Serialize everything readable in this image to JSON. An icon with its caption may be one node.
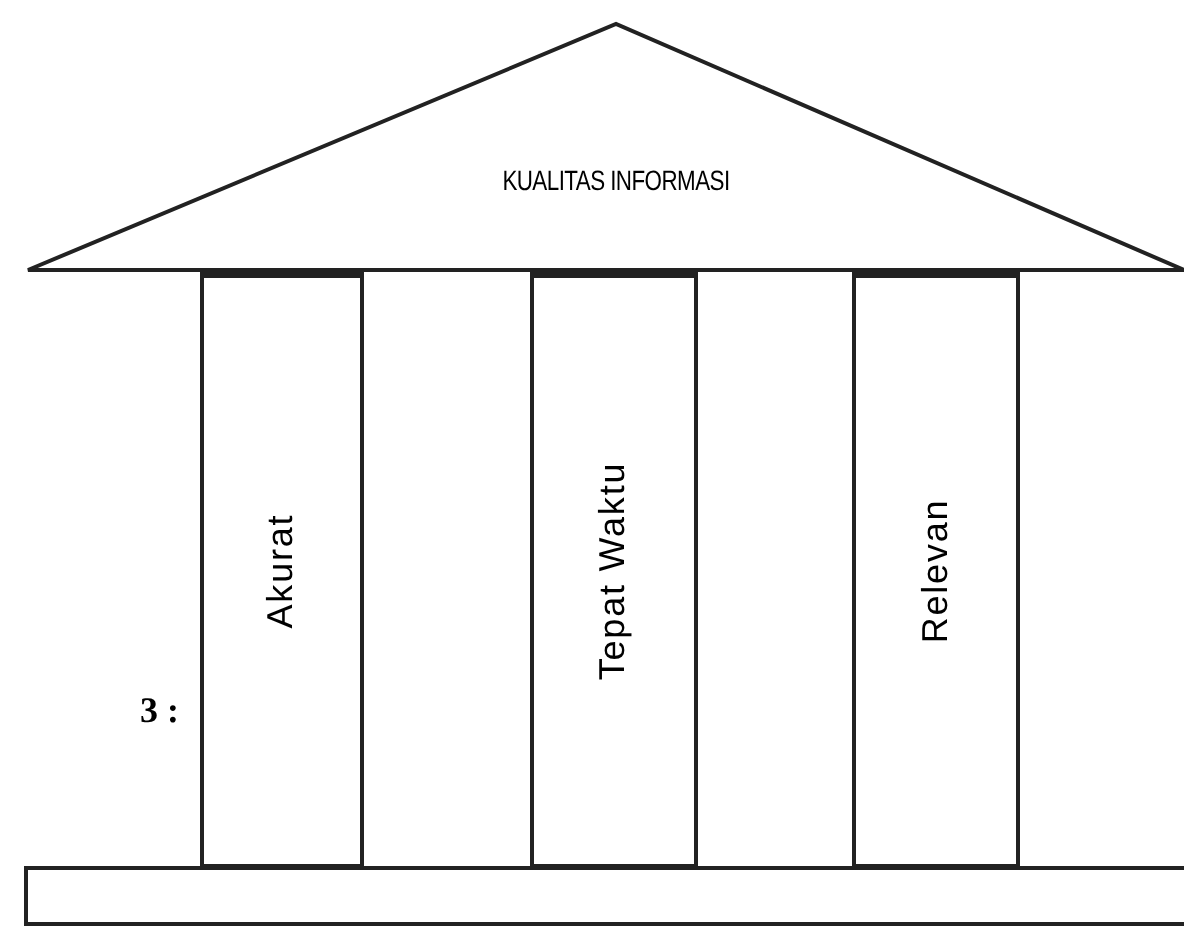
{
  "diagram": {
    "nodes": [
      {
        "text": [
          "KUALITAS INFORMASI"
        ]
      },
      {
        "text": [
          "Akurat"
        ]
      },
      {
        "text": [
          "Tepat Waktu"
        ]
      },
      {
        "text": [
          "Relevan"
        ]
      },
      {
        "text": [],
        "shape": "box"
      }
    ],
    "labels": [
      "3 :"
    ]
  }
}
